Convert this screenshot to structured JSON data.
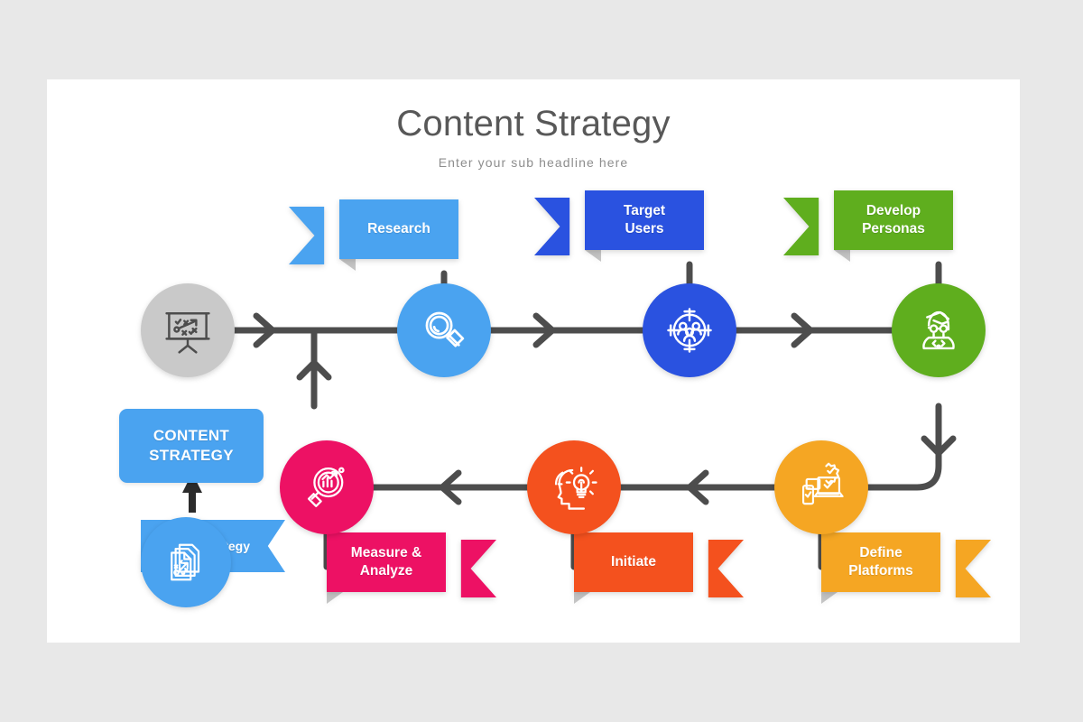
{
  "slide": {
    "title": "Content Strategy",
    "subtitle": "Enter your sub headline here",
    "background_color": "#e8e8e8",
    "canvas_color": "#ffffff",
    "connector_color": "#4d4d4d"
  },
  "content_card": {
    "label": "CONTENT\nSTRATEGY",
    "color": "#4aa3f0"
  },
  "strategy_ribbon": {
    "label": "Strategy",
    "color": "#4aa3f0"
  },
  "start_node": {
    "icon": "strategy-board-icon",
    "color": "#c9c9c9",
    "icon_color": "#4d4d4d"
  },
  "steps": [
    {
      "id": "research",
      "label": "Research",
      "icon": "magnifier-icon",
      "color": "#4aa3f0",
      "tail_color": "#3f95e2",
      "row": "top",
      "direction": "right"
    },
    {
      "id": "target-users",
      "label": "Target\nUsers",
      "icon": "target-users-icon",
      "color": "#2a52e0",
      "tail_color": "#2449cc",
      "row": "top",
      "direction": "right"
    },
    {
      "id": "develop-personas",
      "label": "Develop\nPersonas",
      "icon": "persona-icon",
      "color": "#5fae1e",
      "tail_color": "#55a018",
      "row": "top",
      "direction": "right"
    },
    {
      "id": "define-platforms",
      "label": "Define\nPlatforms",
      "icon": "devices-icon",
      "color": "#f5a623",
      "tail_color": "#eb9c1d",
      "row": "bottom",
      "direction": "left"
    },
    {
      "id": "initiate",
      "label": "Initiate",
      "icon": "idea-head-icon",
      "color": "#f4511e",
      "tail_color": "#e84a17",
      "row": "bottom",
      "direction": "left"
    },
    {
      "id": "measure-analyze",
      "label": "Measure &\nAnalyze",
      "icon": "analytics-magnifier-icon",
      "color": "#ed1164",
      "tail_color": "#de0e5c",
      "row": "bottom",
      "direction": "left"
    }
  ]
}
